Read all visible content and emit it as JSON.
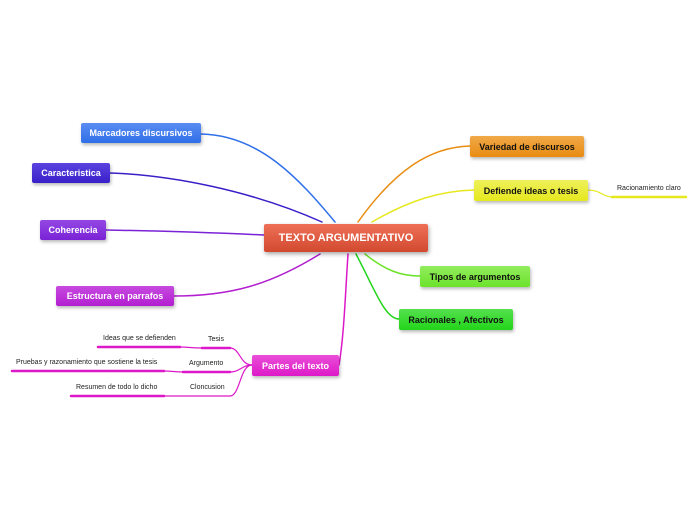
{
  "central_topic": {
    "label": "TEXTO ARGUMENTATIVO"
  },
  "topics": {
    "marcadores": {
      "label": "Marcadores discursivos",
      "color": "#2f6fe8"
    },
    "caracteristica": {
      "label": "Caracteristica",
      "color": "#3a1fc9"
    },
    "coherencia": {
      "label": "Coherencia",
      "color": "#7a22d6"
    },
    "estructura": {
      "label": "Estructura en parrafos",
      "color": "#b21ed0"
    },
    "partes": {
      "label": "Partes del texto",
      "color": "#dd18c8"
    },
    "variedad": {
      "label": "Variedad de discursos",
      "color": "#e88c12"
    },
    "defiende": {
      "label": "Defiende ideas o tesis",
      "color": "#e6e81e"
    },
    "tipos": {
      "label": "Tipos de argumentos",
      "color": "#6ce32a"
    },
    "racionales": {
      "label": "Racionales , Afectivos",
      "color": "#22d51a"
    }
  },
  "subtopics": {
    "racionamiento": {
      "label": "Racionamiento claro"
    },
    "tesis": {
      "label": "Tesis"
    },
    "argumento": {
      "label": "Argumento"
    },
    "conclusion": {
      "label": "Cloncusion"
    },
    "ideas": {
      "label": "Ideas que se defienden"
    },
    "pruebas": {
      "label": "Pruebas y razonamiento que sostiene la tesis"
    },
    "resumen": {
      "label": "Resumen de todo lo dicho"
    }
  }
}
